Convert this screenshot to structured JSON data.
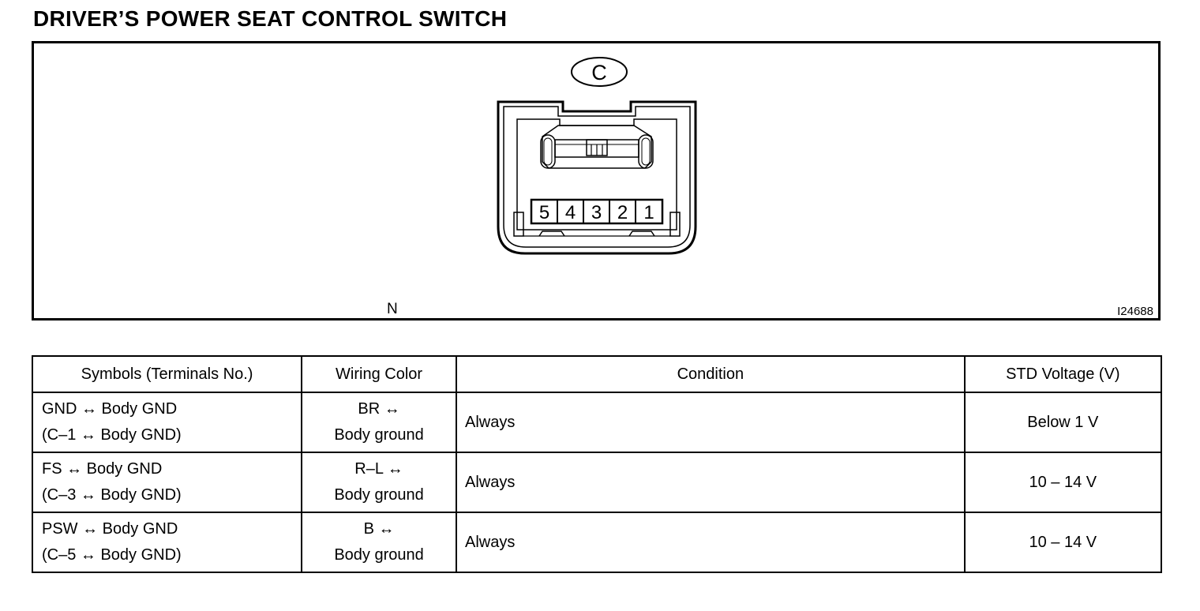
{
  "title": "DRIVER’S POWER SEAT CONTROL SWITCH",
  "diagram": {
    "connector_letter": "C",
    "pins": [
      "5",
      "4",
      "3",
      "2",
      "1"
    ],
    "view_label": "N",
    "figure_id": "I24688"
  },
  "table": {
    "headers": [
      "Symbols (Terminals No.)",
      "Wiring Color",
      "Condition",
      "STD Voltage (V)"
    ],
    "rows": [
      {
        "symbol_line1": "GND ↔ Body GND",
        "symbol_line2": "(C–1 ↔ Body GND)",
        "wire_line1": "BR ↔",
        "wire_line2": "Body ground",
        "condition": "Always",
        "voltage": "Below 1 V"
      },
      {
        "symbol_line1": "FS ↔ Body GND",
        "symbol_line2": "(C–3 ↔ Body GND)",
        "wire_line1": "R–L ↔",
        "wire_line2": "Body ground",
        "condition": "Always",
        "voltage": "10 – 14 V"
      },
      {
        "symbol_line1": "PSW ↔ Body GND",
        "symbol_line2": "(C–5 ↔ Body GND)",
        "wire_line1": "B ↔",
        "wire_line2": "Body ground",
        "condition": "Always",
        "voltage": "10 – 14 V"
      }
    ]
  }
}
